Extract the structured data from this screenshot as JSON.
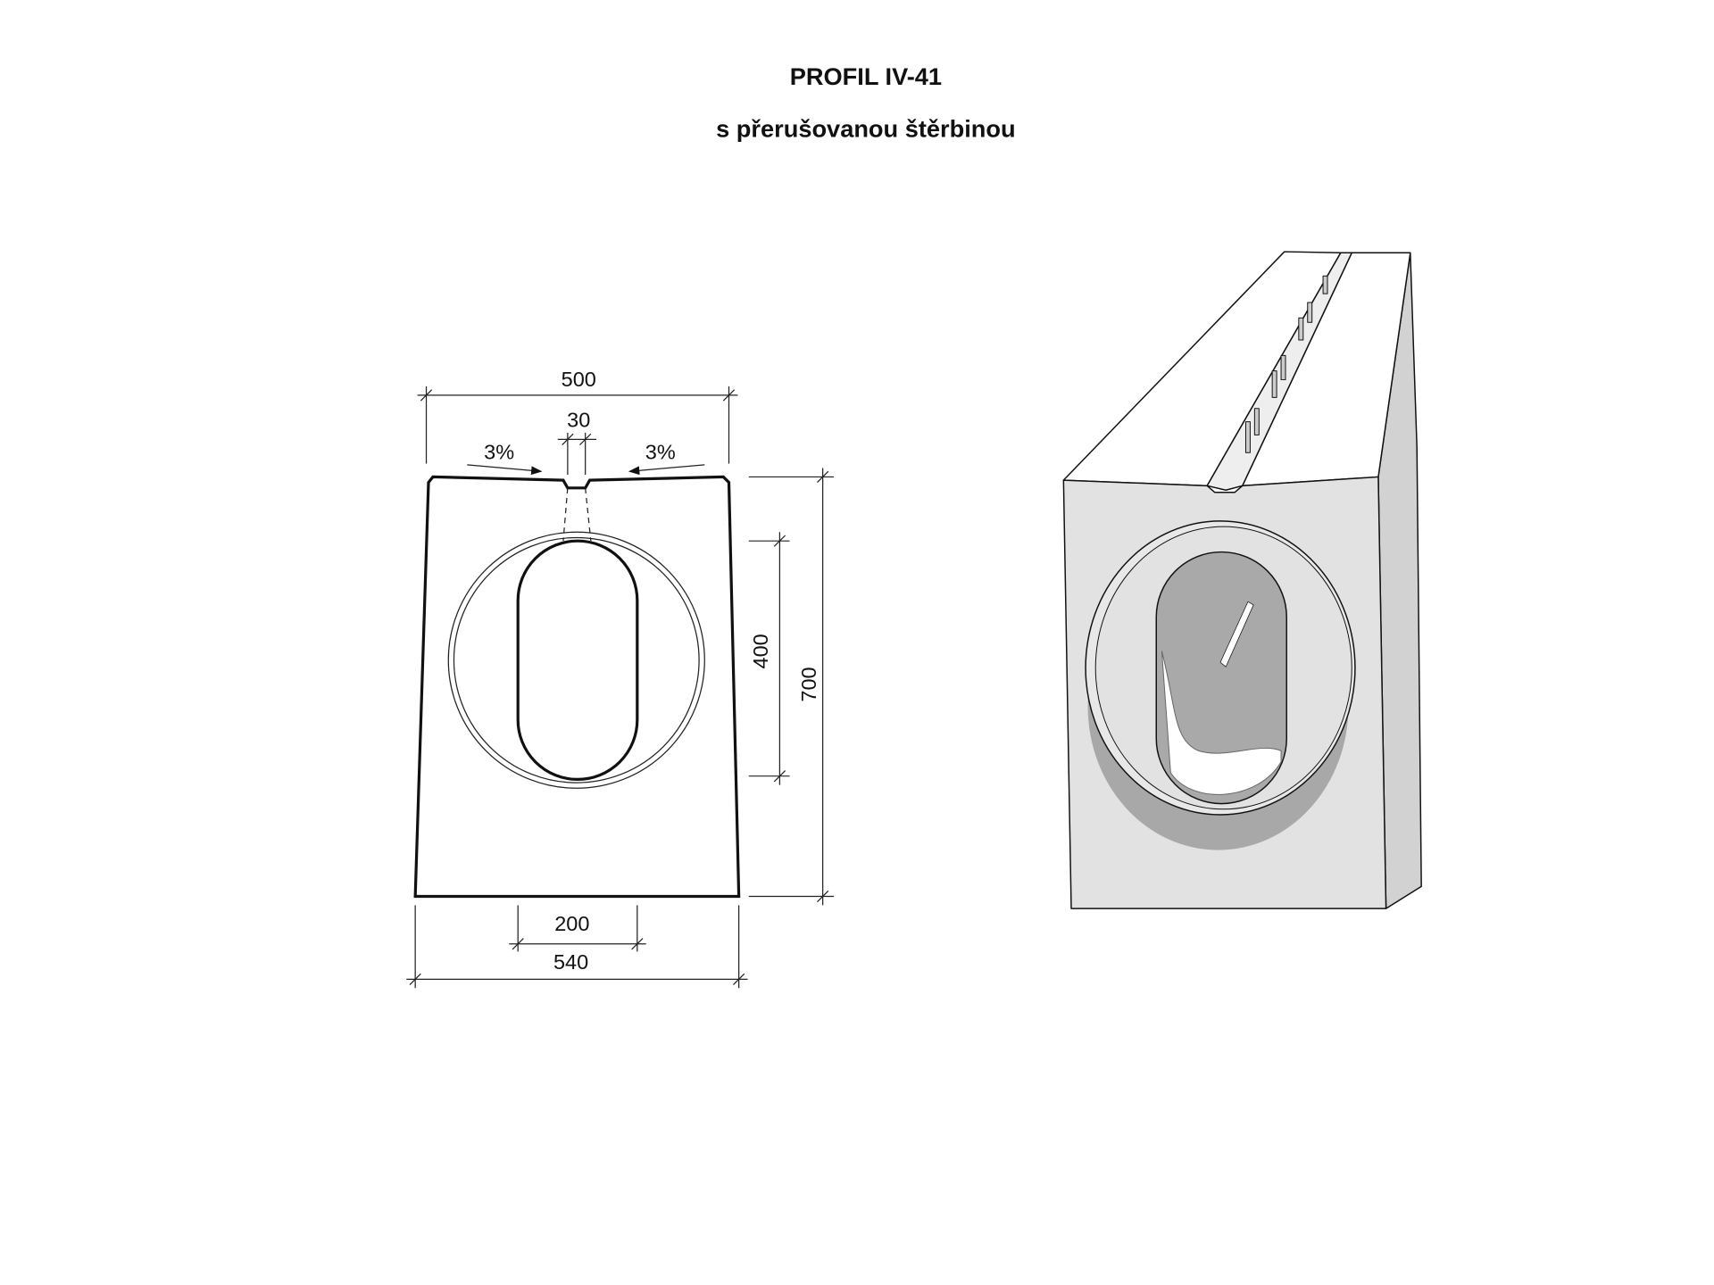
{
  "title": "PROFIL IV-41",
  "subtitle": "s přerušovanou štěrbinou",
  "dimensions": {
    "top_width": "500",
    "slot_width": "30",
    "slope_left": "3%",
    "slope_right": "3%",
    "total_height": "700",
    "opening_height": "400",
    "opening_width": "200",
    "bottom_width": "540"
  },
  "colors": {
    "line": "#111111",
    "face": "#e2e2e2",
    "side": "#d2d2d2",
    "shadow": "#a8a8a8"
  }
}
